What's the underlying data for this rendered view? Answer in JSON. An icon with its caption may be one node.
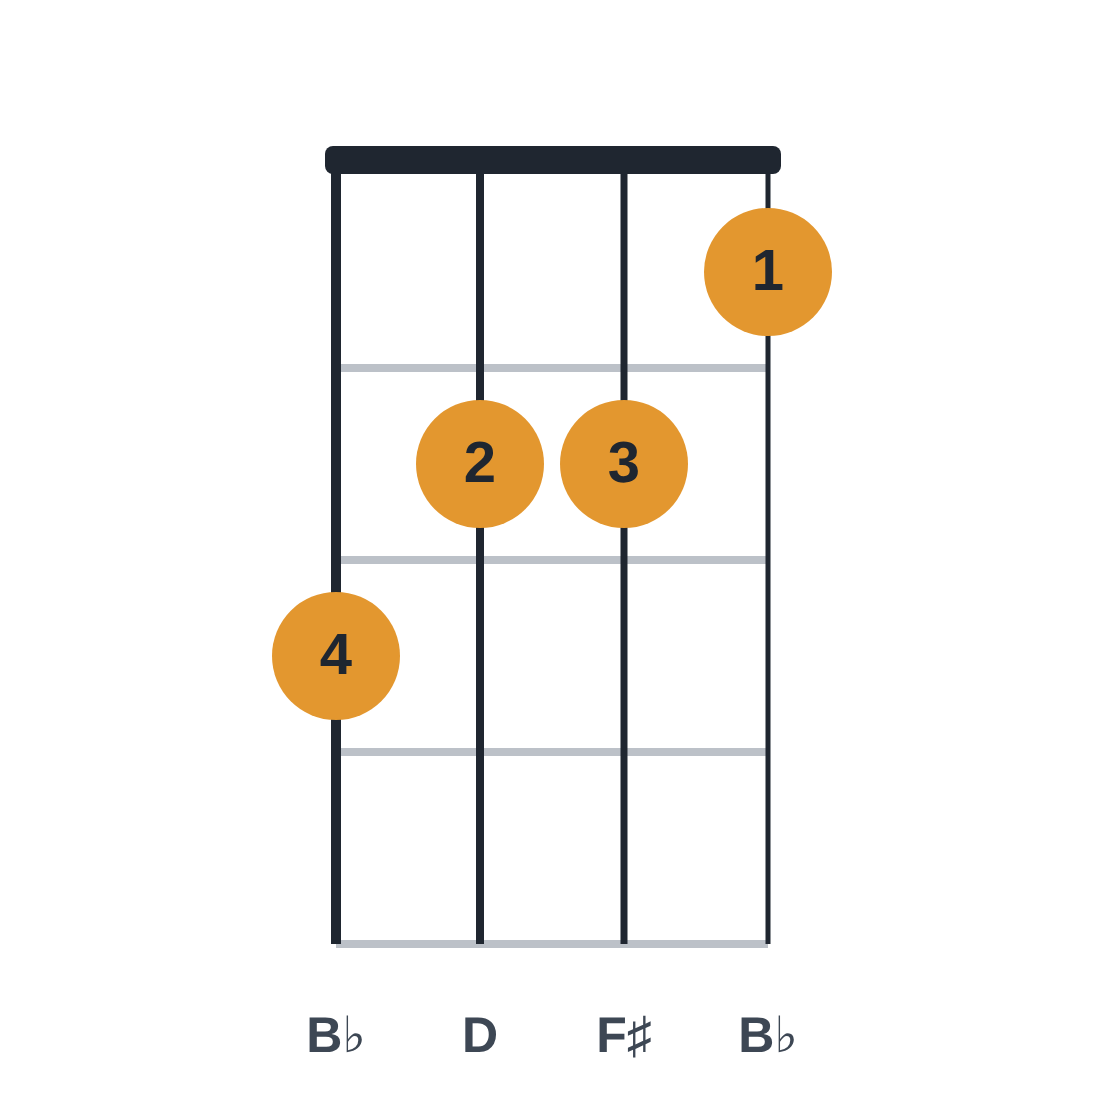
{
  "diagram": {
    "nodes": [
      {
        "text": [
          "1"
        ]
      },
      {
        "text": [
          "2"
        ]
      },
      {
        "text": [
          "3"
        ]
      },
      {
        "text": [
          "4"
        ]
      }
    ],
    "edges": [],
    "labels": [
      "B♭",
      "D",
      "F♯",
      "B♭"
    ]
  }
}
